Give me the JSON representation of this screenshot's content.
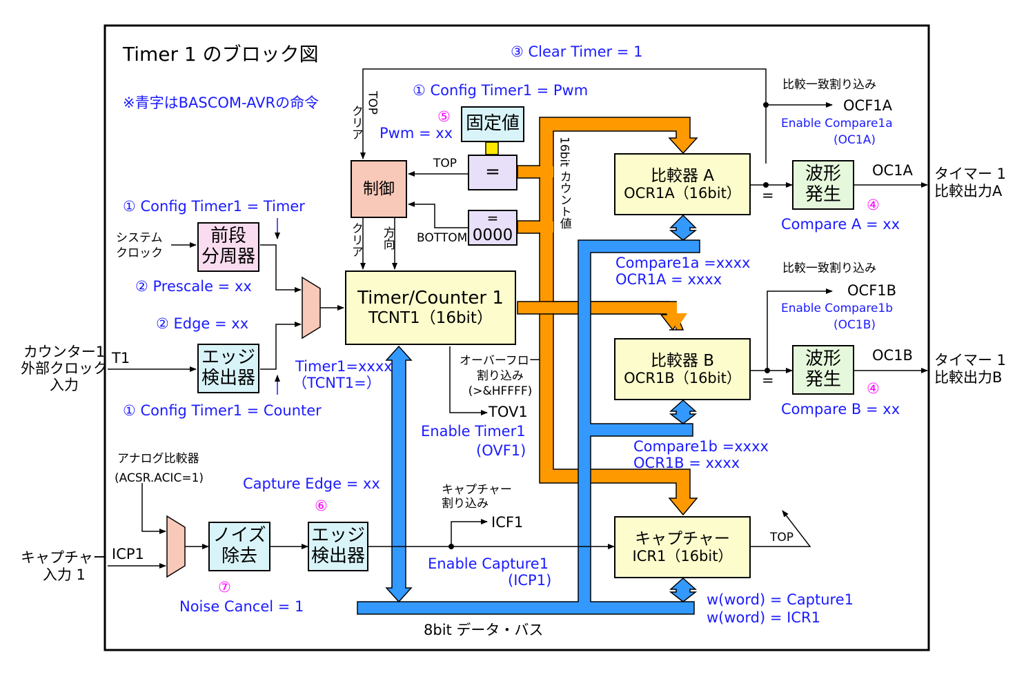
{
  "title": "Timer 1 のブロック図",
  "note": "※青字はBASCOM-AVRの命令",
  "blocks": {
    "prescaler": [
      "前段",
      "分周器"
    ],
    "edge_detect_t1": [
      "エッジ",
      "検出器"
    ],
    "control": "制御",
    "fixed_value": "固定値",
    "equal_top": "=",
    "equal_bottom_sym": "=",
    "equal_bottom_val": "0000",
    "tcnt_title": "Timer/Counter 1",
    "tcnt_sub": "TCNT1（16bit）",
    "cmp_a_title": "比較器 A",
    "cmp_a_sub": "OCR1A（16bit）",
    "cmp_b_title": "比較器 B",
    "cmp_b_sub": "OCR1B（16bit）",
    "wave_a": [
      "波形",
      "発生"
    ],
    "wave_b": [
      "波形",
      "発生"
    ],
    "capture_title": "キャプチャー",
    "capture_sub": "ICR1（16bit）",
    "noise": [
      "ノイズ",
      "除去"
    ],
    "edge_detect_icp": [
      "エッジ",
      "検出器"
    ]
  },
  "labels": {
    "clear_timer": "③ Clear Timer = 1",
    "config_pwm": "① Config Timer1 = Pwm",
    "pwm": "Pwm = xx",
    "n5": "⑤",
    "config_timer": "① Config Timer1 = Timer",
    "prescale": "② Prescale = xx",
    "edge": "② Edge = xx",
    "config_counter": "① Config Timer1 = Counter",
    "system_clock": [
      "システム",
      "クロック"
    ],
    "counter_input": [
      "カウンター1",
      "外部クロック",
      "入力"
    ],
    "t1": "T1",
    "top1": "TOP",
    "top2": "TOP",
    "top3": "TOP",
    "bottom": "BOTTOM",
    "clear1": "クリア",
    "clear2": "クリア",
    "direction": "方向",
    "count_16bit": "16bit カウント値",
    "cmp_irq_a": "比較一致割り込み",
    "ocf1a": "OCF1A",
    "enable_cmp_a": "Enable Compare1a",
    "oc1a_paren": "(OC1A)",
    "oc1a": "OC1A",
    "timer_out_a": [
      "タイマー 1",
      "比較出力A"
    ],
    "compare_a": "Compare A = xx",
    "n4a": "④",
    "compare1a": "Compare1a =xxxx",
    "ocr1a_eq": "OCR1A = xxxx",
    "cmp_irq_b": "比較一致割り込み",
    "ocf1b": "OCF1B",
    "enable_cmp_b": "Enable Compare1b",
    "oc1b_paren": "(OC1B)",
    "oc1b": "OC1B",
    "timer_out_b": [
      "タイマー 1",
      "比較出力B"
    ],
    "compare_b": "Compare B = xx",
    "n4b": "④",
    "compare1b": "Compare1b =xxxx",
    "ocr1b_eq": "OCR1B = xxxx",
    "eq_a": "=",
    "eq_b": "=",
    "timer1_eq": "Timer1=xxxx",
    "tcnt1_eq": "（TCNT1=）",
    "ovf_irq": [
      "オーバーフロー",
      "割り込み",
      "(>&HFFFF)"
    ],
    "tov1": "TOV1",
    "enable_timer1": "Enable Timer1",
    "ovf1": "(OVF1)",
    "analog_cmp": "アナログ比較器",
    "acsr": "(ACSR.ACIC=1)",
    "capture_edge": "Capture Edge = xx",
    "n6": "⑥",
    "cap_irq": [
      "キャプチャー",
      "割り込み"
    ],
    "icf1": "ICF1",
    "enable_capture": "Enable Capture1",
    "icp1_paren": "(ICP1)",
    "capture_input": [
      "キャプチャー",
      "入力 1"
    ],
    "icp1": "ICP1",
    "n7": "⑦",
    "noise_cancel": "Noise Cancel = 1",
    "w_capture": "w(word) = Capture1",
    "w_icr": "w(word) = ICR1",
    "bus": "8bit データ・バス"
  },
  "colors": {
    "pink_box": "#f9dcef",
    "cyan_box": "#d9f4f8",
    "yellow_box": "#fcfccc",
    "green_box": "#e6f8dc",
    "lavender_box": "#e8e0f8",
    "salmon_box": "#f8c8b8",
    "orange_bus": "#ff9900",
    "blue_bus": "#3399ff",
    "blue_text": "#1a1aff",
    "magenta_text": "#ff00ff",
    "yellow_connector": "#ffe800"
  }
}
